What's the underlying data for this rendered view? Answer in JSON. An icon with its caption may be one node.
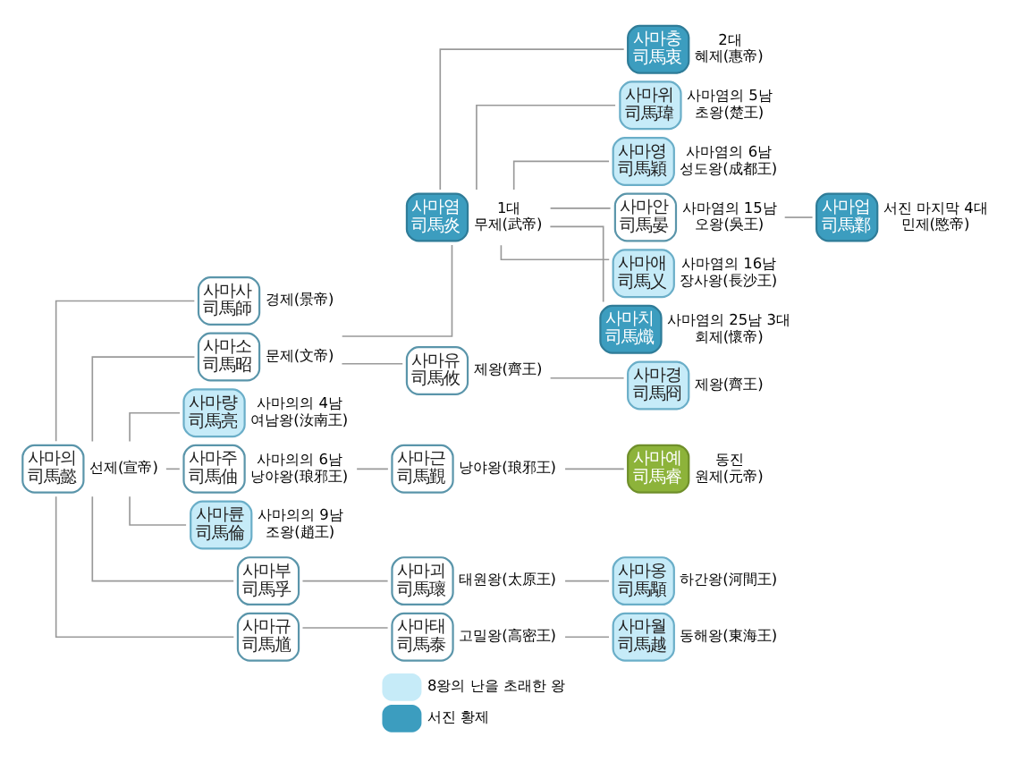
{
  "diagram": {
    "nodes": [
      {
        "text": [
          "사마의",
          "司馬懿"
        ],
        "beside": [
          "선제(宣帝)"
        ]
      },
      {
        "text": [
          "사마사",
          "司馬師"
        ],
        "beside": [
          "경제(景帝)"
        ]
      },
      {
        "text": [
          "사마소",
          "司馬昭"
        ],
        "beside": [
          "문제(文帝)"
        ]
      },
      {
        "text": [
          "사마량",
          "司馬亮"
        ],
        "beside": [
          "사마의의 4남 여남왕(汝南王)"
        ]
      },
      {
        "text": [
          "사마주",
          "司馬伷"
        ],
        "beside": [
          "사마의의 6남 낭야왕(琅邪王)"
        ]
      },
      {
        "text": [
          "사마륜",
          "司馬倫"
        ],
        "beside": [
          "사마의의 9남 조왕(趙王)"
        ]
      },
      {
        "text": [
          "사마부",
          "司馬孚"
        ]
      },
      {
        "text": [
          "사마괴",
          "司馬瓌"
        ],
        "beside": [
          "태원왕(太原王)"
        ]
      },
      {
        "text": [
          "사마규",
          "司馬馗"
        ]
      },
      {
        "text": [
          "사마태",
          "司馬泰"
        ],
        "beside": [
          "고밀왕(高密王)"
        ]
      },
      {
        "text": [
          "사마염",
          "司馬炎"
        ],
        "beside": [
          "1대 무제(武帝)"
        ]
      },
      {
        "text": [
          "사마유",
          "司馬攸"
        ],
        "beside": [
          "제왕(齊王)"
        ]
      },
      {
        "text": [
          "사마경",
          "司馬冏"
        ],
        "beside": [
          "제왕(齊王)"
        ]
      },
      {
        "text": [
          "사마근",
          "司馬覲"
        ],
        "beside": [
          "낭야왕(琅邪王)"
        ]
      },
      {
        "text": [
          "사마예",
          "司馬睿"
        ],
        "beside": [
          "동진 원제(元帝)"
        ]
      },
      {
        "text": [
          "사마옹",
          "司馬顒"
        ],
        "beside": [
          "하간왕(河間王)"
        ]
      },
      {
        "text": [
          "사마월",
          "司馬越"
        ],
        "beside": [
          "동해왕(東海王)"
        ]
      },
      {
        "text": [
          "사마충",
          "司馬衷"
        ],
        "beside": [
          "2대 혜제(惠帝)"
        ]
      },
      {
        "text": [
          "사마위",
          "司馬瑋"
        ],
        "beside": [
          "사마염의 5남 초왕(楚王)"
        ]
      },
      {
        "text": [
          "사마영",
          "司馬穎"
        ],
        "beside": [
          "사마염의 6남 성도왕(成都王)"
        ]
      },
      {
        "text": [
          "사마안",
          "司馬晏"
        ],
        "beside": [
          "사마염의 15남 오왕(吳王)"
        ]
      },
      {
        "text": [
          "사마업",
          "司馬鄴"
        ],
        "beside": [
          "서진 마지막 4대 민제(愍帝)"
        ]
      },
      {
        "text": [
          "사마애",
          "司馬乂"
        ],
        "beside": [
          "사마염의 16남 장사왕(長沙王)"
        ]
      },
      {
        "text": [
          "사마치",
          "司馬熾"
        ],
        "beside": [
          "사마염의 25남 3대 회제(懷帝)"
        ]
      }
    ],
    "edges": [
      {
        "from": 0,
        "to": 1,
        "arrow": "none"
      },
      {
        "from": 0,
        "to": 2,
        "arrow": "none"
      },
      {
        "from": 0,
        "to": 3,
        "arrow": "none"
      },
      {
        "from": 0,
        "to": 4,
        "arrow": "none"
      },
      {
        "from": 0,
        "to": 5,
        "arrow": "none"
      },
      {
        "from": 0,
        "to": 6,
        "arrow": "none"
      },
      {
        "from": 0,
        "to": 8,
        "arrow": "none"
      },
      {
        "from": 6,
        "to": 7,
        "arrow": "none"
      },
      {
        "from": 8,
        "to": 9,
        "arrow": "none"
      },
      {
        "from": 2,
        "to": 10,
        "arrow": "none"
      },
      {
        "from": 2,
        "to": 11,
        "arrow": "none"
      },
      {
        "from": 11,
        "to": 12,
        "arrow": "none"
      },
      {
        "from": 4,
        "to": 13,
        "arrow": "none"
      },
      {
        "from": 13,
        "to": 14,
        "arrow": "none"
      },
      {
        "from": 7,
        "to": 15,
        "arrow": "none"
      },
      {
        "from": 9,
        "to": 16,
        "arrow": "none"
      },
      {
        "from": 10,
        "to": 17,
        "arrow": "none"
      },
      {
        "from": 10,
        "to": 18,
        "arrow": "none"
      },
      {
        "from": 10,
        "to": 19,
        "arrow": "none"
      },
      {
        "from": 10,
        "to": 20,
        "arrow": "none"
      },
      {
        "from": 20,
        "to": 21,
        "arrow": "none"
      },
      {
        "from": 10,
        "to": 22,
        "arrow": "none"
      },
      {
        "from": 10,
        "to": 23,
        "arrow": "none"
      }
    ],
    "legend": [
      {
        "text": "8왕의 난을 초래한 왕",
        "color": "#c6ebf8"
      },
      {
        "text": "서진 황제",
        "color": "#3c9dbf"
      }
    ]
  }
}
